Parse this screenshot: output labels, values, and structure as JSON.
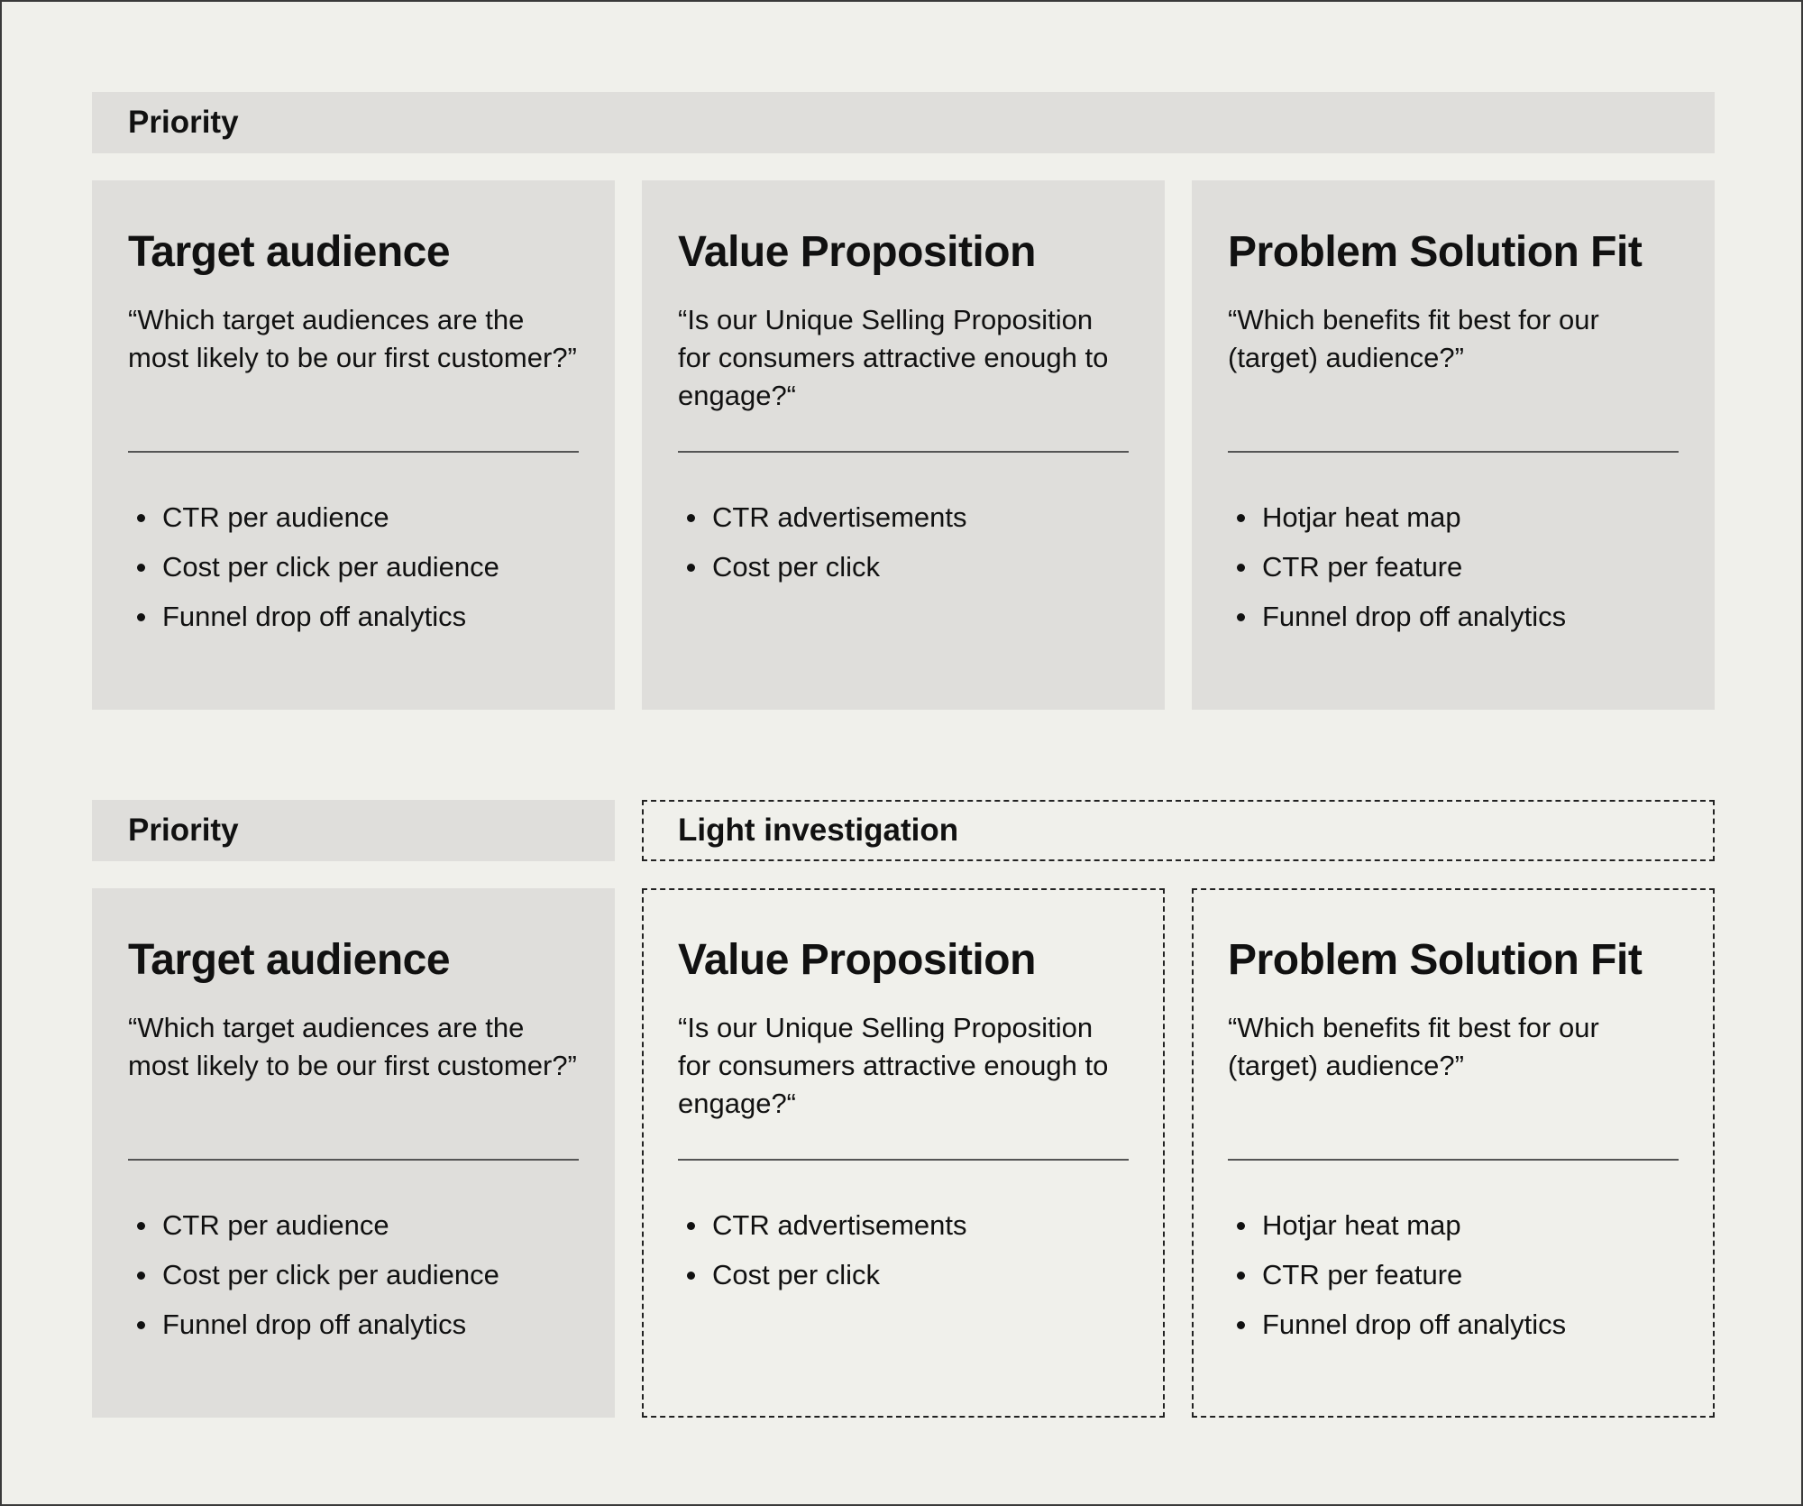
{
  "sections": [
    {
      "headers": [
        {
          "label": "Priority",
          "style": "filled"
        }
      ],
      "cards": [
        {
          "title": "Target audience",
          "question": "“Which target audiences are the most likely to be our first customer?”",
          "items": [
            "CTR per audience",
            "Cost per click per audience",
            "Funnel drop off analytics"
          ],
          "style": "filled"
        },
        {
          "title": "Value Proposition",
          "question": "“Is our Unique Selling Proposition for consumers attractive enough to engage?“",
          "items": [
            "CTR advertisements",
            "Cost per click"
          ],
          "style": "filled"
        },
        {
          "title": "Problem Solution Fit",
          "question": "“Which benefits fit best for our (target) audience?”",
          "items": [
            "Hotjar heat map",
            "CTR per feature",
            "Funnel drop off analytics"
          ],
          "style": "filled"
        }
      ]
    },
    {
      "headers": [
        {
          "label": "Priority",
          "style": "filled"
        },
        {
          "label": "Light investigation",
          "style": "dashed"
        }
      ],
      "cards": [
        {
          "title": "Target audience",
          "question": "“Which target audiences are the most likely to be our first customer?”",
          "items": [
            "CTR per audience",
            "Cost per click per audience",
            "Funnel drop off analytics"
          ],
          "style": "filled"
        },
        {
          "title": "Value Proposition",
          "question": "“Is our Unique Selling Proposition for consumers attractive enough to engage?“",
          "items": [
            "CTR advertisements",
            "Cost per click"
          ],
          "style": "dashed"
        },
        {
          "title": "Problem Solution Fit",
          "question": "“Which benefits fit best for our (target) audience?”",
          "items": [
            "Hotjar heat map",
            "CTR per feature",
            "Funnel drop off analytics"
          ],
          "style": "dashed"
        }
      ]
    }
  ],
  "colors": {
    "background": "#f0f0eb",
    "card_fill": "#dfdedb",
    "text": "#111111",
    "dashed_border": "#222222"
  }
}
